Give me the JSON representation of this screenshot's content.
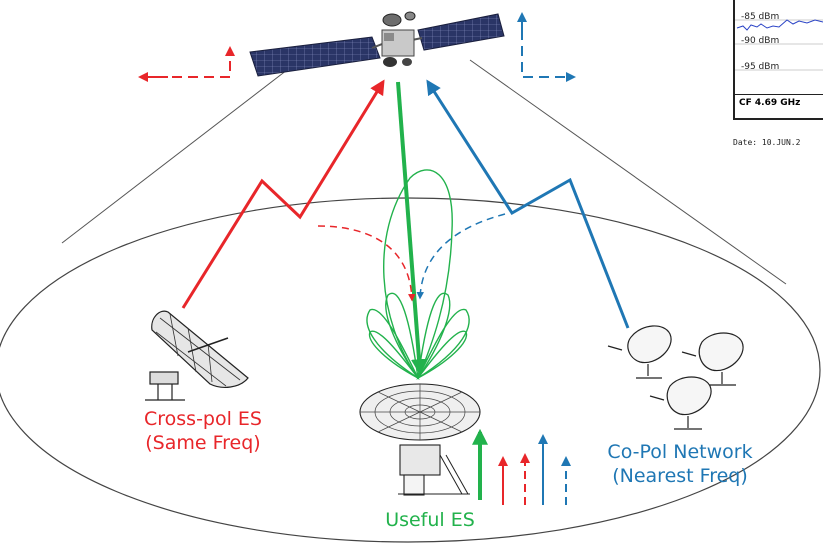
{
  "labels": {
    "cross_pol_line1": "Cross-pol ES",
    "cross_pol_line2": "(Same Freq)",
    "co_pol_line1": "Co-Pol Network",
    "co_pol_line2": "(Nearest Freq)",
    "useful": "Useful ES"
  },
  "spectrum_inset": {
    "levels": [
      "-85 dBm",
      "-90 dBm",
      "-95 dBm"
    ],
    "center_freq": "CF 4.69 GHz",
    "date": "Date: 10.JUN.2"
  },
  "colors": {
    "cross_pol": "#e8262a",
    "co_pol": "#1f77b4",
    "useful": "#22b24c"
  },
  "icons": [
    "satellite-icon",
    "dish-antenna-icon",
    "polarization-axes-icon"
  ]
}
